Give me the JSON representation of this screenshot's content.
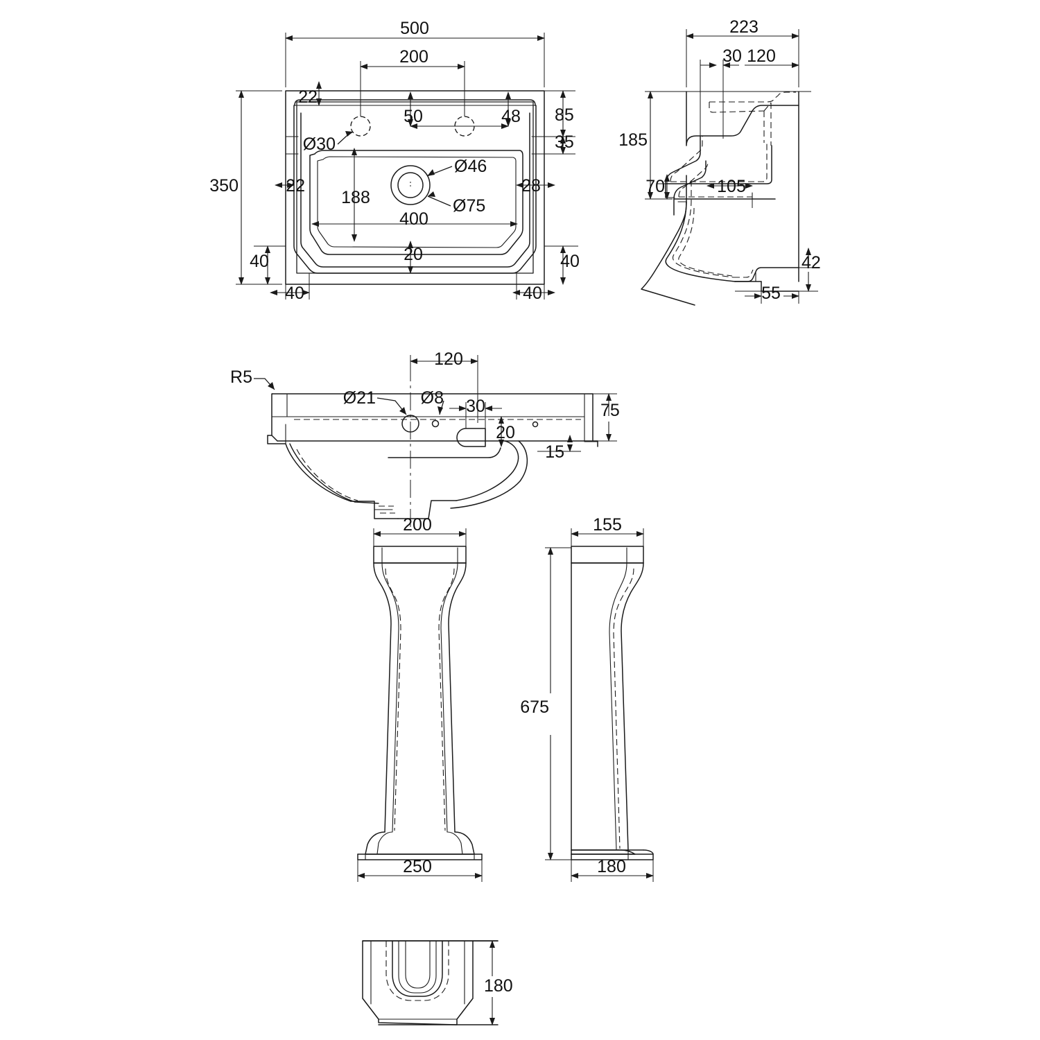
{
  "drawing": {
    "type": "engineering-dimension-drawing",
    "subject": "Bathroom basin with pedestal",
    "units": "mm",
    "views": [
      {
        "id": "plan",
        "name": "Basin plan view (top)"
      },
      {
        "id": "bracket-section",
        "name": "Basin side section (right of plan)"
      },
      {
        "id": "front",
        "name": "Basin front elevation"
      },
      {
        "id": "ped-front",
        "name": "Pedestal front elevation"
      },
      {
        "id": "ped-side",
        "name": "Pedestal side elevation"
      },
      {
        "id": "ped-plan",
        "name": "Pedestal base section"
      }
    ]
  },
  "plan": {
    "overall_width": "500",
    "tap_centres": "200",
    "top_edge_offset": "22",
    "tap_left_to_centre": "50",
    "tap_right_edge": "48",
    "back_band": "85",
    "front_band": "35",
    "overall_depth": "350",
    "left_wall": "22",
    "right_wall": "28",
    "bowl_depth": "188",
    "bowl_width": "400",
    "front_lip": "20",
    "corner_left_v": "40",
    "corner_right_v": "40",
    "corner_left_h": "40",
    "corner_right_h": "40",
    "tap_hole_dia": "Ø30",
    "waste_inner_dia": "Ø46",
    "waste_outer_dia": "Ø75"
  },
  "bracket": {
    "overall_depth": "223",
    "step_a": "30",
    "step_b": "120",
    "height": "185",
    "lower_height": "70",
    "mid_depth": "105",
    "foot_height": "42",
    "foot_depth": "55"
  },
  "front": {
    "radius_note": "R5",
    "overflow_dia": "Ø21",
    "small_hole_dia": "Ø8",
    "centre_offset": "120",
    "slot_width": "30",
    "apron_step": "20",
    "lip_height": "15",
    "body_height": "75"
  },
  "pedestal": {
    "top_width_front": "200",
    "top_width_side": "155",
    "height": "675",
    "base_width_front": "250",
    "base_width_side": "180",
    "base_section_height": "180"
  },
  "colors": {
    "line": "#1a1a1a",
    "text": "#111111",
    "background": "#ffffff"
  }
}
